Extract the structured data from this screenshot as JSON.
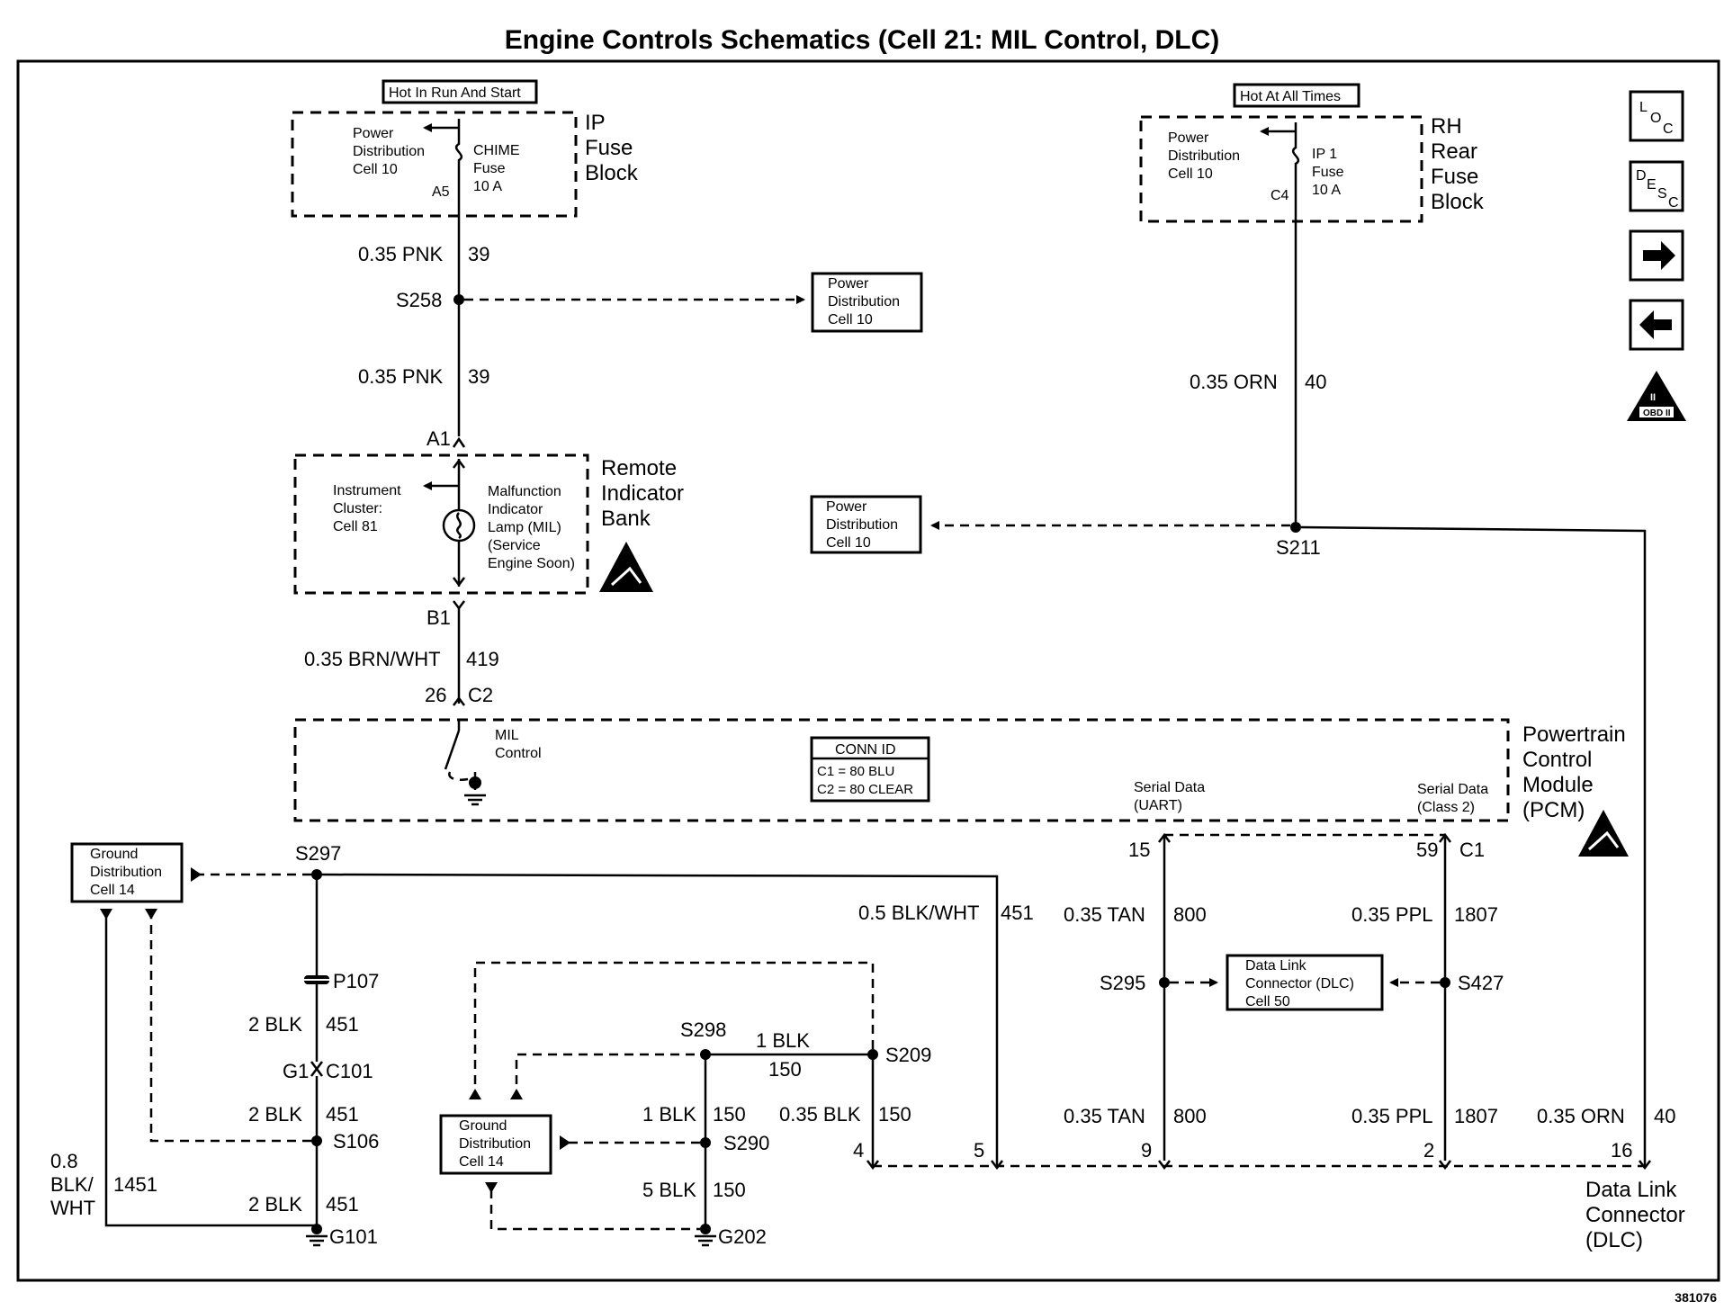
{
  "title": "Engine Controls Schematics (Cell 21: MIL Control, DLC)",
  "doc_number": "381076",
  "nav_icons": {
    "loc": [
      "L",
      "O",
      "C"
    ],
    "desc": [
      "D",
      "E",
      "S",
      "C"
    ],
    "obd_label_top": "II",
    "obd_label": "OBD II"
  },
  "ip_fuse_block": {
    "hot_label": "Hot In Run And Start",
    "name": [
      "IP",
      "Fuse",
      "Block"
    ],
    "power_dist": [
      "Power",
      "Distribution",
      "Cell 10"
    ],
    "fuse": [
      "CHIME",
      "Fuse",
      "10 A"
    ],
    "pin": "A5"
  },
  "rh_fuse_block": {
    "hot_label": "Hot At All Times",
    "name": [
      "RH",
      "Rear",
      "Fuse",
      "Block"
    ],
    "power_dist": [
      "Power",
      "Distribution",
      "Cell 10"
    ],
    "fuse": [
      "IP 1",
      "Fuse",
      "10 A"
    ],
    "pin": "C4"
  },
  "wires": {
    "pnk_upper": [
      "0.35 PNK",
      "39"
    ],
    "pnk_lower": [
      "0.35 PNK",
      "39"
    ],
    "orn_upper": [
      "0.35 ORN",
      "40"
    ],
    "brn_wht": [
      "0.35 BRN/WHT",
      "419"
    ],
    "blk_wht_451": [
      "0.5 BLK/WHT",
      "451"
    ],
    "tan_upper": [
      "0.35 TAN",
      "800"
    ],
    "ppl_upper": [
      "0.35 PPL",
      "1807"
    ],
    "blk_451_a": [
      "2 BLK",
      "451"
    ],
    "blk_451_b": [
      "2 BLK",
      "451"
    ],
    "blk_451_c": [
      "2 BLK",
      "451"
    ],
    "blk_wht_1451": [
      "0.8",
      "BLK/",
      "WHT",
      "1451"
    ],
    "blk_150_top": [
      "1 BLK",
      "150"
    ],
    "blk_150_left": [
      "1 BLK",
      "150"
    ],
    "blk_150_right": [
      "0.35 BLK",
      "150"
    ],
    "blk_150_g202": [
      "5 BLK",
      "150"
    ],
    "tan_lower": [
      "0.35 TAN",
      "800"
    ],
    "ppl_lower": [
      "0.35 PPL",
      "1807"
    ],
    "orn_lower": [
      "0.35 ORN",
      "40"
    ]
  },
  "splices": {
    "s258": "S258",
    "s211": "S211",
    "s297": "S297",
    "s106": "S106",
    "s298": "S298",
    "s209": "S209",
    "s290": "S290",
    "s295": "S295",
    "s427": "S427"
  },
  "connectors": {
    "a1": "A1",
    "b1": "B1",
    "c2_pin": "26",
    "c2": "C2",
    "c1_pin15": "15",
    "c1_pin59": "59",
    "c1": "C1",
    "p107": "P107",
    "g1": "G1",
    "c101": "C101",
    "dlc_pins": [
      "4",
      "5",
      "9",
      "2",
      "16"
    ]
  },
  "grounds": {
    "g101": "G101",
    "g202": "G202"
  },
  "boxes": {
    "power_dist_s258": [
      "Power",
      "Distribution",
      "Cell 10"
    ],
    "power_dist_s211": [
      "Power",
      "Distribution",
      "Cell 10"
    ],
    "ground_dist_left": [
      "Ground",
      "Distribution",
      "Cell 14"
    ],
    "ground_dist_mid": [
      "Ground",
      "Distribution",
      "Cell 14"
    ],
    "dlc_cell50": [
      "Data Link",
      "Connector (DLC)",
      "Cell 50"
    ]
  },
  "remote_indicator": {
    "name": [
      "Remote",
      "Indicator",
      "Bank"
    ],
    "cluster": [
      "Instrument",
      "Cluster:",
      "Cell 81"
    ],
    "lamp": [
      "Malfunction",
      "Indicator",
      "Lamp (MIL)",
      "(Service",
      "Engine Soon)"
    ]
  },
  "pcm": {
    "name": [
      "Powertrain",
      "Control",
      "Module",
      "(PCM)"
    ],
    "mil_control": [
      "MIL",
      "Control"
    ],
    "conn_id_title": "CONN ID",
    "conn_id": [
      "C1 = 80 BLU",
      "C2 = 80 CLEAR"
    ],
    "serial_uart": [
      "Serial Data",
      "(UART)"
    ],
    "serial_class2": [
      "Serial Data",
      "(Class 2)"
    ]
  },
  "dlc": {
    "name": [
      "Data Link",
      "Connector",
      "(DLC)"
    ]
  }
}
